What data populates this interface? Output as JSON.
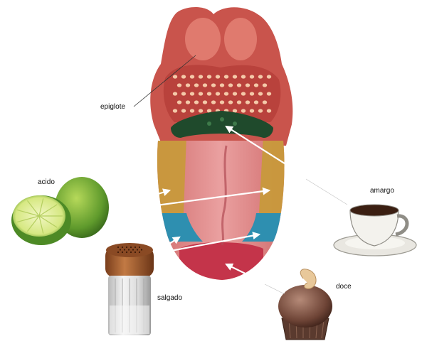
{
  "labels": {
    "epiglote": "epiglote",
    "acido": "acido",
    "amargo": "amargo",
    "salgado": "salgado",
    "doce": "doce"
  },
  "colors": {
    "acid_zone": "#c89a3a",
    "salty_zone": "#2e8fb0",
    "bitter_zone": "#1f4a2c",
    "sweet_zone": "#c4344a",
    "tongue": "#d97a7a",
    "throat": "#c9544c",
    "arrow": "#ffffff"
  },
  "icons": {
    "tongue": "tongue-illustration",
    "lime": "lime-icon",
    "salt": "salt-shaker-icon",
    "coffee": "coffee-cup-icon",
    "cupcake": "cupcake-icon"
  }
}
